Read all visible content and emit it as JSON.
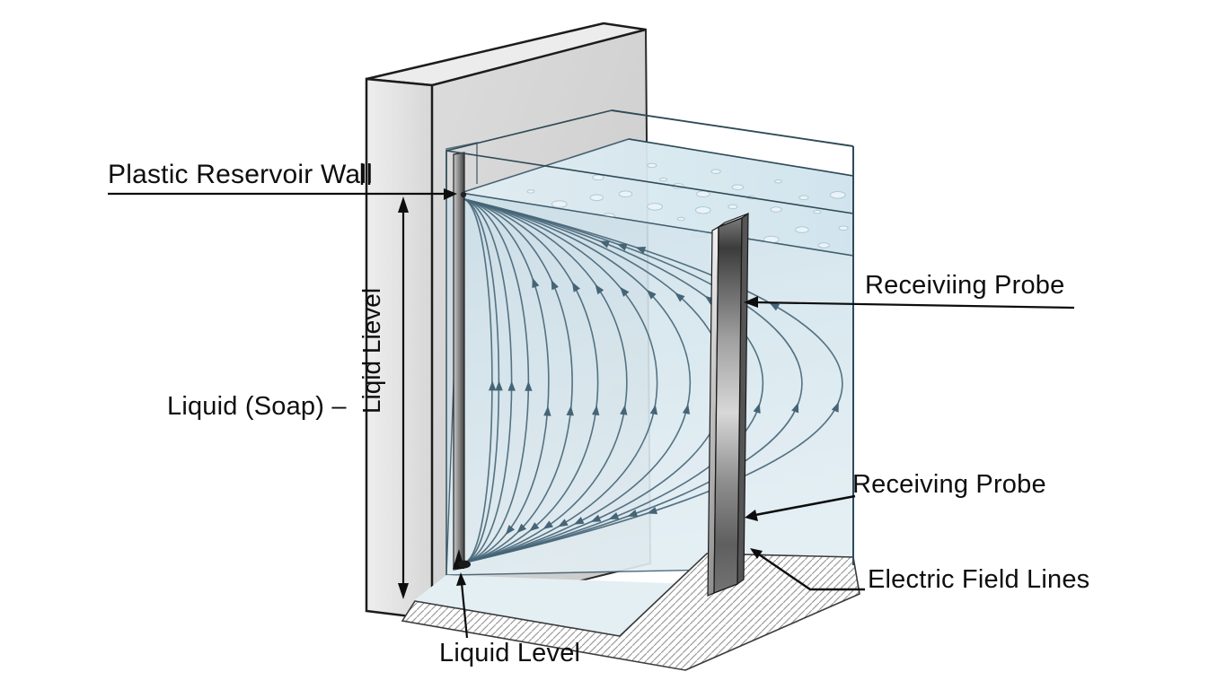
{
  "diagram": {
    "labels": {
      "wall": "Plastic Reservoir Wall",
      "level_dim": "Liqid Lievel",
      "liquid": "Liquid (Soap) –",
      "probe_top": "Receiviing Probe",
      "probe_mid": "Receiving Probe",
      "field_lines": "Electric Field Lines",
      "liquid_level": "Liquid Level"
    },
    "colors": {
      "background": "#ffffff",
      "liquid_fill": "#d3e4ee",
      "liquid_surface": "#dcebf2",
      "glass_edge": "#2f4a57",
      "field_line": "#456577",
      "wall_gray": "#dedede",
      "probe_metal_dark": "#3c3c3c",
      "probe_metal_light": "#d8d8d8",
      "hatch_stroke": "#9b9b9b",
      "label_text": "#0e0e0e"
    },
    "field": {
      "line_count": 14
    }
  }
}
